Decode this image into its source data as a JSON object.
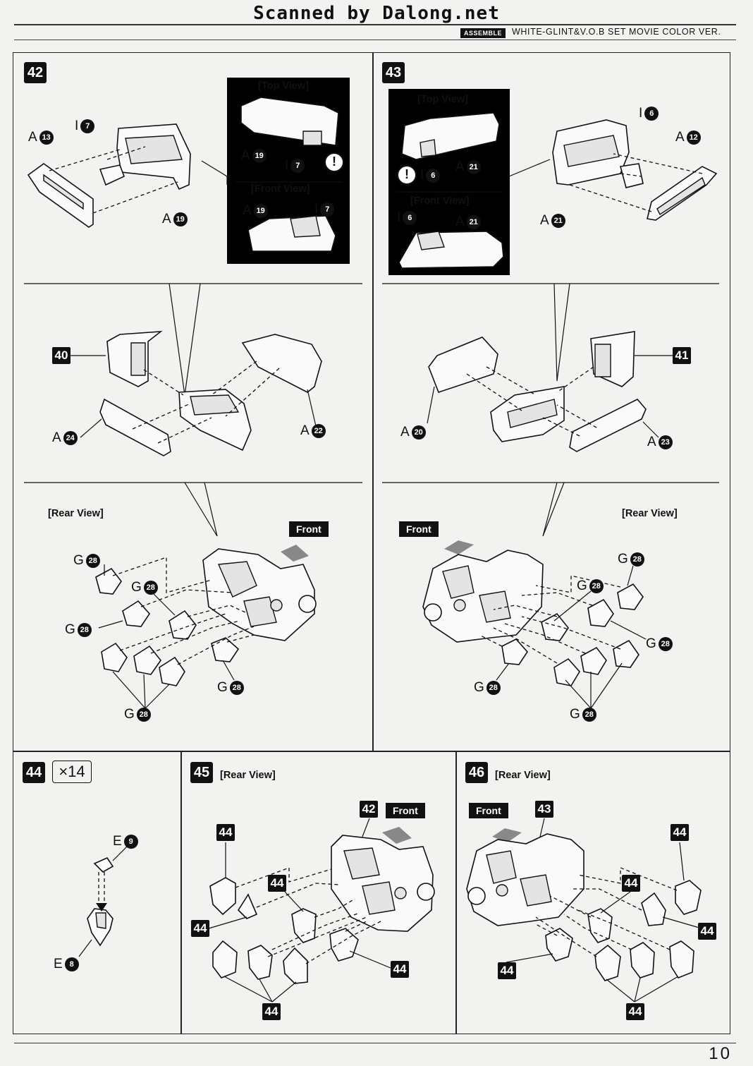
{
  "header": {
    "scan_credit": "Scanned by Dalong.net",
    "assemble_tag": "ASSEMBLE",
    "kit_name": "WHITE-GLINT&V.O.B SET MOVIE COLOR VER."
  },
  "page_number": "10",
  "step42": {
    "number": "42",
    "top_view_label": "[Top View]",
    "front_view_label": "[Front View]",
    "rear_view_label": "[Rear View]",
    "front_tag": "Front",
    "sub_part": "40",
    "parts": {
      "a13": {
        "runner": "A",
        "num": "13"
      },
      "i7": {
        "runner": "I",
        "num": "7"
      },
      "a19": {
        "runner": "A",
        "num": "19"
      },
      "cv_a19": {
        "runner": "A",
        "num": "19"
      },
      "cv_i7": {
        "runner": "I",
        "num": "7"
      },
      "cv2_a19": {
        "runner": "A",
        "num": "19"
      },
      "cv2_i7": {
        "runner": "I",
        "num": "7"
      },
      "a24": {
        "runner": "A",
        "num": "24"
      },
      "a22": {
        "runner": "A",
        "num": "22"
      },
      "g1": {
        "runner": "G",
        "num": "28"
      },
      "g2": {
        "runner": "G",
        "num": "28"
      },
      "g3": {
        "runner": "G",
        "num": "28"
      },
      "g4": {
        "runner": "G",
        "num": "28"
      },
      "g5": {
        "runner": "G",
        "num": "28"
      }
    },
    "warning_mark": "!"
  },
  "step43": {
    "number": "43",
    "top_view_label": "[Top View]",
    "front_view_label": "[Front View]",
    "rear_view_label": "[Rear View]",
    "front_tag": "Front",
    "sub_part": "41",
    "parts": {
      "i6": {
        "runner": "I",
        "num": "6"
      },
      "a12": {
        "runner": "A",
        "num": "12"
      },
      "a21": {
        "runner": "A",
        "num": "21"
      },
      "cv_i6": {
        "runner": "I",
        "num": "6"
      },
      "cv_a21": {
        "runner": "A",
        "num": "21"
      },
      "cv2_i6": {
        "runner": "I",
        "num": "6"
      },
      "cv2_a21": {
        "runner": "A",
        "num": "21"
      },
      "a20": {
        "runner": "A",
        "num": "20"
      },
      "a23": {
        "runner": "A",
        "num": "23"
      },
      "g1": {
        "runner": "G",
        "num": "28"
      },
      "g2": {
        "runner": "G",
        "num": "28"
      },
      "g3": {
        "runner": "G",
        "num": "28"
      },
      "g4": {
        "runner": "G",
        "num": "28"
      },
      "g5": {
        "runner": "G",
        "num": "28"
      }
    },
    "warning_mark": "!"
  },
  "step44": {
    "number": "44",
    "quantity": "×14",
    "parts": {
      "e9": {
        "runner": "E",
        "num": "9"
      },
      "e8": {
        "runner": "E",
        "num": "8"
      }
    }
  },
  "step45": {
    "number": "45",
    "rear_view_label": "[Rear View]",
    "front_tag": "Front",
    "base_part": "42",
    "sub_part": "44"
  },
  "step46": {
    "number": "46",
    "rear_view_label": "[Rear View]",
    "front_tag": "Front",
    "base_part": "43",
    "sub_part": "44"
  }
}
